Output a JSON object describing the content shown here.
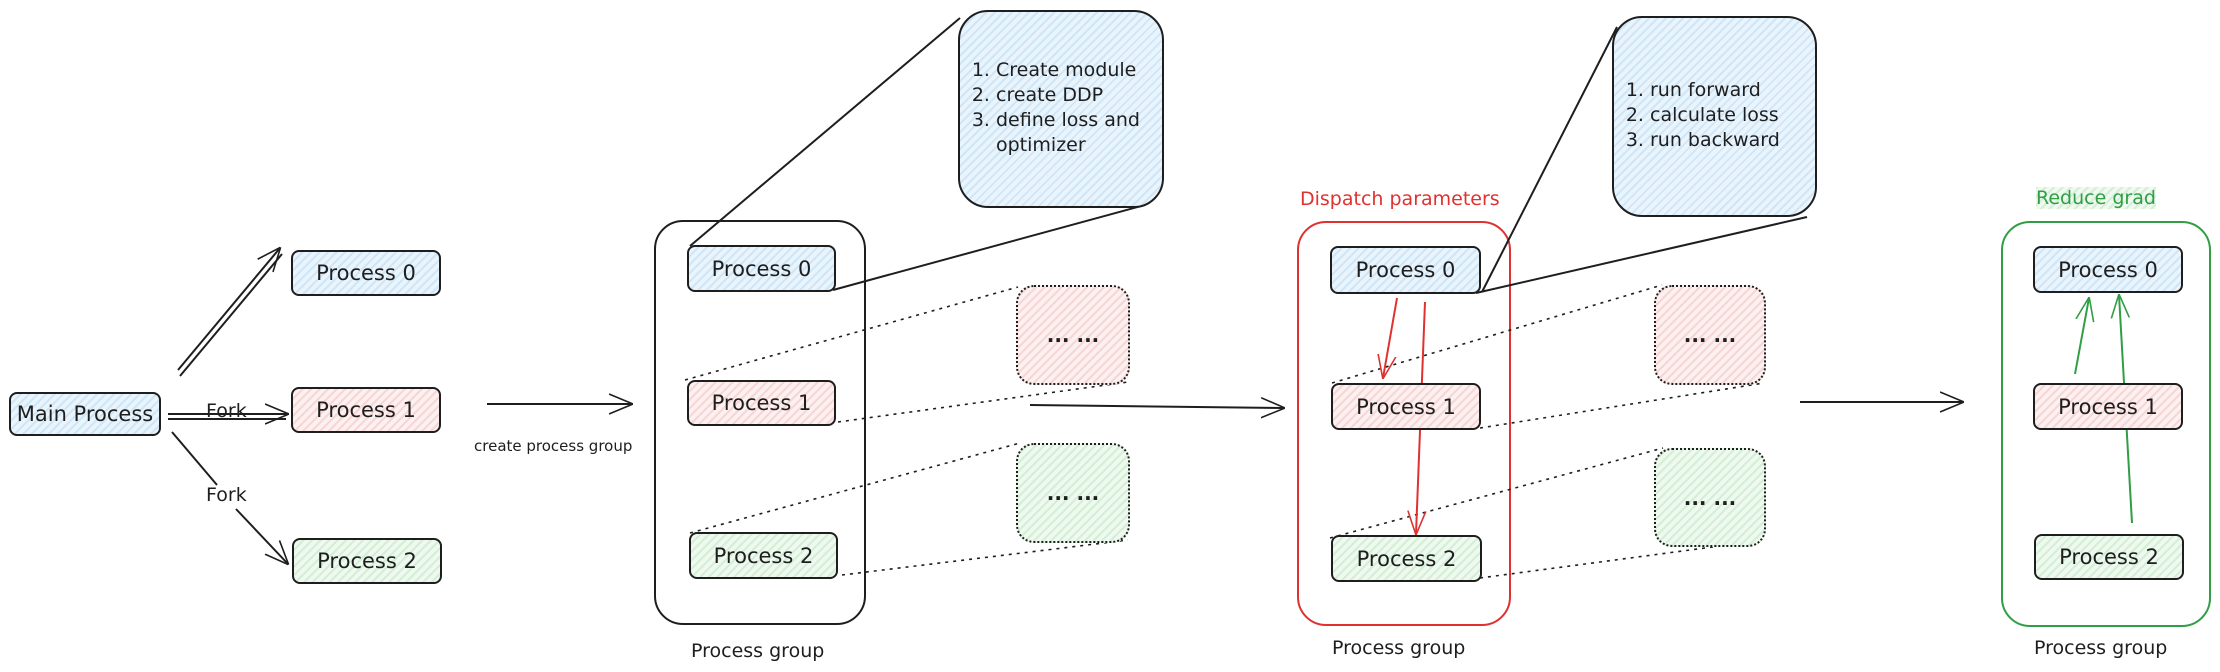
{
  "main_process": "Main Process",
  "fork_labels": [
    "Fork",
    "Fork"
  ],
  "create_group_label": "create process group",
  "process_labels": [
    "Process 0",
    "Process 1",
    "Process 2"
  ],
  "ellipsis": "... ...",
  "group_label": "Process group",
  "dispatch_label": "Dispatch parameters",
  "reduce_label": "Reduce grad",
  "setup_steps": [
    "Create module",
    "create DDP",
    "define loss and optimizer"
  ],
  "train_steps": [
    "run forward",
    "calculate loss",
    "run backward"
  ],
  "colors": {
    "ink": "#1e1e1e",
    "blue_fill": "#e7f5ff",
    "pink_fill": "#fff0f0",
    "green_fill": "#ebfbee",
    "dispatch_red": "#e03131",
    "reduce_green": "#2f9e44"
  }
}
